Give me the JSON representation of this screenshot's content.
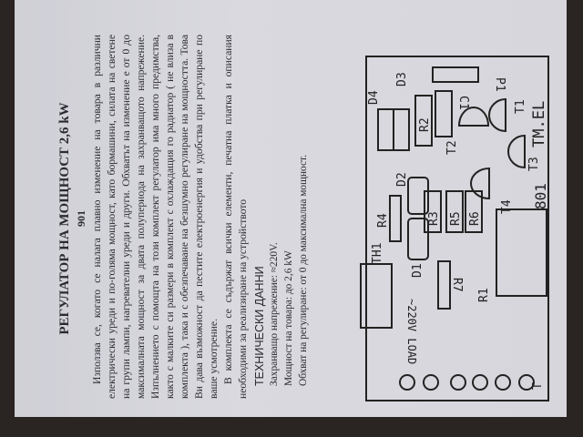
{
  "document": {
    "title": "РЕГУЛАТОР НА МОЩНОСТ 2,6 kW",
    "code": "901",
    "paragraphs": [
      "Използва се, когато се налага плавно изменение на товара в различни електрически уреди и по-голяма мощност, като бормашини, силата на светене на групи лампи, нагревателни уреди и други. Обхватът на изменение е от 0 до максималната мощност за двата полупериода на захранващото напрежение. Изпълнението с помощта на този комплект регулатор има много предимства, както с малките си размери в комплект с охлаждащия го радиатор ( не влиза в комплекта ), така и с обезпечаване на безшумно регулиране на мощността. Това Ви дава възможност да пестите електроенергия и удобства при регулиране по ваше усмотрение.",
      "В комплекта се съдържат всички елементи, печатна платка и описания необходими за реализиране на устройството"
    ],
    "tech_heading": "ТЕХНИЧЕСКИ ДАННИ",
    "specs": [
      "Захранващо напрежение: ≈220V.",
      "Мощност на товара: до 2,6 kW",
      "Обхват на регулиране: от 0 до максимална мощност."
    ]
  },
  "pcb": {
    "labels": {
      "P1": "P1",
      "D3": "D3",
      "D4": "D4",
      "R2": "R2",
      "C1": "C1",
      "T1": "T1",
      "T2": "T2",
      "T3": "T3",
      "brand": "TM.EL",
      "code": "801",
      "D2": "D2",
      "R3": "R3",
      "R5": "R5",
      "R6": "R6",
      "T4": "T4",
      "R4": "R4",
      "D1": "D1",
      "TH1": "TH1",
      "R7": "R7",
      "R1": "R1",
      "load": "~220V LOAD",
      "T": "T"
    }
  }
}
